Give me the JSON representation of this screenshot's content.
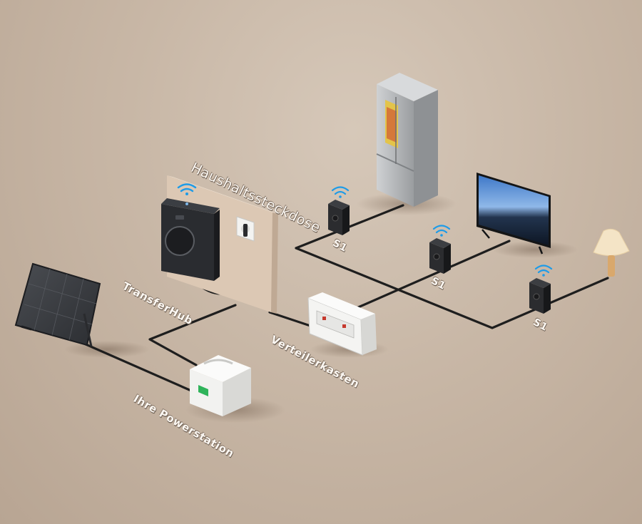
{
  "labels": {
    "wall_outlet": "Haushaltssteckdose",
    "transfer_hub": "TransferHub",
    "distribution_box": "Verteilerkasten",
    "power_station": "Ihre Powerstation",
    "smart_plug_1": "S1",
    "smart_plug_2": "S1",
    "smart_plug_3": "S1"
  },
  "colors": {
    "background": "#c8b7a6",
    "wall_panel": "#dcc8b4",
    "cable": "#1e1e1e",
    "hub_body": "#2a2c30",
    "wifi_signal": "#1d9be8",
    "powerstation_accent": "#2fb35a"
  },
  "icons": [
    "solar-panel-icon",
    "transfer-hub-icon",
    "wall-socket-icon",
    "fridge-icon",
    "tv-icon",
    "lamp-icon",
    "smart-plug-icon",
    "wifi-icon",
    "distribution-box-icon",
    "powerstation-icon"
  ]
}
